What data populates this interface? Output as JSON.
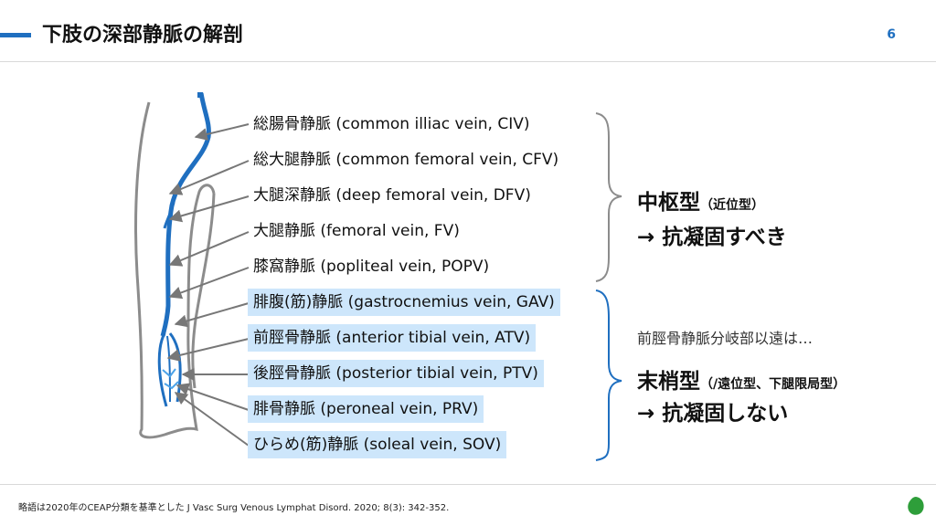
{
  "header": {
    "title": "下肢の深部静脈の解剖",
    "page_number": "6"
  },
  "veins": [
    {
      "label": "総腸骨静脈 (common illiac vein, CIV)",
      "highlight": false
    },
    {
      "label": "総大腿静脈 (common femoral vein, CFV)",
      "highlight": false
    },
    {
      "label": "大腿深静脈 (deep femoral vein, DFV)",
      "highlight": false
    },
    {
      "label": "大腿静脈 (femoral vein, FV)",
      "highlight": false
    },
    {
      "label": "膝窩静脈 (popliteal vein, POPV)",
      "highlight": false
    },
    {
      "label": "腓腹(筋)静脈 (gastrocnemius vein, GAV)",
      "highlight": true
    },
    {
      "label": "前脛骨静脈 (anterior tibial vein, ATV)",
      "highlight": true
    },
    {
      "label": "後脛骨静脈 (posterior tibial vein, PTV)",
      "highlight": true
    },
    {
      "label": "腓骨静脈 (peroneal vein, PRV)",
      "highlight": true
    },
    {
      "label": "ひらめ(筋)静脈 (soleal vein, SOV)",
      "highlight": true
    }
  ],
  "groups": {
    "central": {
      "title": "中枢型",
      "paren": "（近位型）",
      "action": "→ 抗凝固すべき"
    },
    "distal": {
      "note": "前脛骨静脈分岐部以遠は…",
      "title": "末梢型",
      "paren": "（/遠位型、下腿限局型）",
      "action": "→ 抗凝固しない"
    }
  },
  "footer": {
    "note": "略語は2020年のCEAP分類を基準とした J Vasc Surg Venous Lymphat Disord. 2020; 8(3): 342-352."
  },
  "colors": {
    "accent": "#1f6fc0",
    "vein": "#1f6fc0",
    "vein_light": "#4da3e8",
    "highlight": "#cde6fb",
    "arrow": "#777777",
    "leg_outline": "#8c8c8c",
    "logo": "#2e9e3a"
  }
}
